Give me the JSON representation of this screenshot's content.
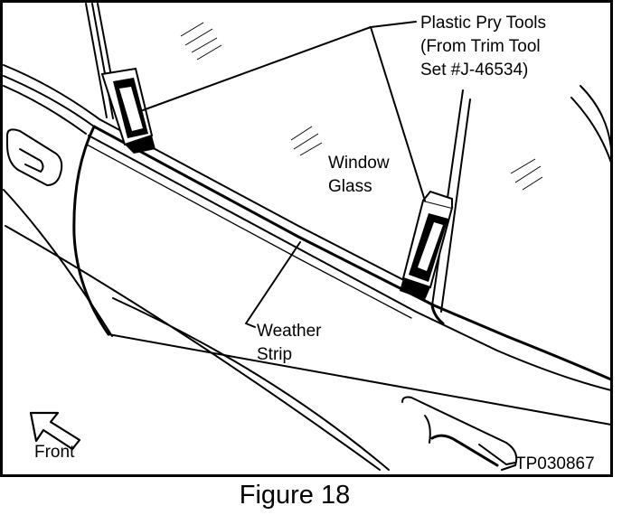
{
  "figure": {
    "callouts": {
      "pry_tools": [
        "Plastic Pry Tools",
        "(From Trim Tool",
        "Set #J-46534)"
      ],
      "window_glass": [
        "Window",
        "Glass"
      ],
      "weather_strip": [
        "Weather",
        "Strip"
      ],
      "front": "Front"
    },
    "code": "TP030867",
    "caption": "Figure 18"
  }
}
